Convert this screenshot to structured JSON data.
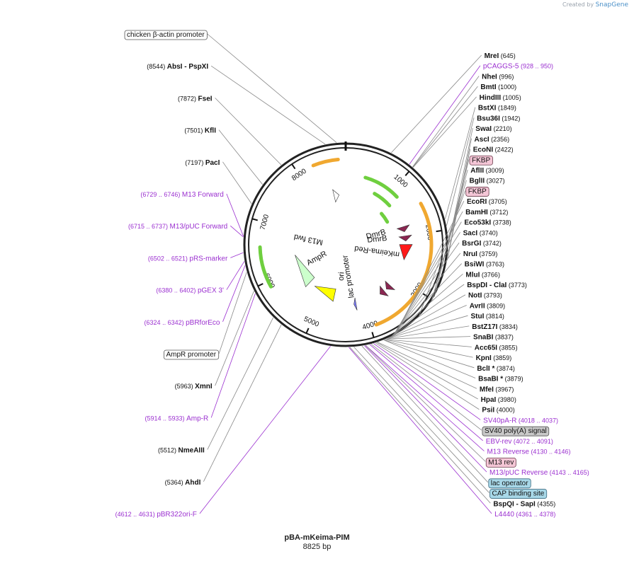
{
  "brand": {
    "credit_prefix": "Created by",
    "credit_name": "SnapGene"
  },
  "plasmid": {
    "name": "pBA-mKeima-PIM",
    "length_label": "8825 bp",
    "length": 8825
  },
  "colors": {
    "enzyme": "#111111",
    "primer": "#9b30d0",
    "line": "#888888",
    "backbone": "#222222"
  },
  "ticks": [
    {
      "label": "1000",
      "bp": 1000
    },
    {
      "label": "2000",
      "bp": 2000
    },
    {
      "label": "3000",
      "bp": 3000
    },
    {
      "label": "4000",
      "bp": 4000
    },
    {
      "label": "5000",
      "bp": 5000
    },
    {
      "label": "6000",
      "bp": 6000
    },
    {
      "label": "7000",
      "bp": 7000
    },
    {
      "label": "8000",
      "bp": 8000
    }
  ],
  "labels": [
    {
      "text": "chicken β-actin promoter",
      "type": "boxwhite",
      "bp": 8700
    },
    {
      "pos": "(8544)",
      "text": "AbsI  - PspXI",
      "type": "enzyme",
      "bp": 8544
    },
    {
      "pos": "(7872)",
      "text": "FseI",
      "type": "enzyme",
      "bp": 7872
    },
    {
      "pos": "(7501)",
      "text": "KflI",
      "type": "enzyme",
      "bp": 7501
    },
    {
      "pos": "(7197)",
      "text": "PacI",
      "type": "enzyme",
      "bp": 7197
    },
    {
      "pos": "(6729 .. 6746)",
      "text": "M13 Forward",
      "type": "primer",
      "bp": 6737
    },
    {
      "pos": "(6715 .. 6737)",
      "text": "M13/pUC Forward",
      "type": "primer",
      "bp": 6726
    },
    {
      "pos": "(6502 .. 6521)",
      "text": "pRS-marker",
      "type": "primer",
      "bp": 6511
    },
    {
      "pos": "(6380 .. 6402)",
      "text": "pGEX 3'",
      "type": "primer",
      "bp": 6391
    },
    {
      "pos": "(6324 .. 6342)",
      "text": "pBRforEco",
      "type": "primer",
      "bp": 6333
    },
    {
      "text": "AmpR promoter",
      "type": "boxwhite",
      "bp": 6240
    },
    {
      "pos": "(5963)",
      "text": "XmnI",
      "type": "enzyme",
      "bp": 5963
    },
    {
      "pos": "(5914 .. 5933)",
      "text": "Amp-R",
      "type": "primer",
      "bp": 5923
    },
    {
      "pos": "(5512)",
      "text": "NmeAIII",
      "type": "enzyme",
      "bp": 5512
    },
    {
      "pos": "(5364)",
      "text": "AhdI",
      "type": "enzyme",
      "bp": 5364
    },
    {
      "pos": "(4612 .. 4631)",
      "text": "pBR322ori-F",
      "type": "primer",
      "bp": 4621
    },
    {
      "pos": "(4361 .. 4378)",
      "text": "L4440",
      "type": "primer",
      "bp": 4369
    },
    {
      "pos": "(4355)",
      "text": "BspQI  - SapI",
      "type": "enzyme",
      "bp": 4355
    },
    {
      "text": "CAP binding site",
      "type": "boxblue",
      "bp": 4300
    },
    {
      "pos": "(4143 .. 4165)",
      "text": "M13/pUC Reverse",
      "type": "primer",
      "bp": 4154
    },
    {
      "text": "lac operator",
      "type": "boxblue",
      "bp": 4190
    },
    {
      "pos": "(4130 .. 4146)",
      "text": "M13 Reverse",
      "type": "primer",
      "bp": 4138
    },
    {
      "text": "M13 rev",
      "type": "boxpink",
      "bp": 4140
    },
    {
      "pos": "(4072 .. 4091)",
      "text": "EBV-rev",
      "type": "primer",
      "bp": 4081
    },
    {
      "text": "SV40 poly(A) signal",
      "type": "boxgray",
      "bp": 4060
    },
    {
      "pos": "(4018 .. 4037)",
      "text": "SV40pA-R",
      "type": "primer",
      "bp": 4027
    },
    {
      "pos": "(4000)",
      "text": "PsiI",
      "type": "enzyme",
      "bp": 4000
    },
    {
      "pos": "(3980)",
      "text": "HpaI",
      "type": "enzyme",
      "bp": 3980
    },
    {
      "pos": "(3967)",
      "text": "MfeI",
      "type": "enzyme",
      "bp": 3967
    },
    {
      "pos": "(3879)",
      "text": "BsaBI *",
      "type": "enzyme",
      "bp": 3879
    },
    {
      "pos": "(3874)",
      "text": "BclI *",
      "type": "enzyme",
      "bp": 3874
    },
    {
      "pos": "(3859)",
      "text": "KpnI",
      "type": "enzyme",
      "bp": 3859
    },
    {
      "pos": "(3855)",
      "text": "Acc65I",
      "type": "enzyme",
      "bp": 3855
    },
    {
      "pos": "(3837)",
      "text": "SnaBI",
      "type": "enzyme",
      "bp": 3837
    },
    {
      "pos": "(3834)",
      "text": "BstZ17I",
      "type": "enzyme",
      "bp": 3834
    },
    {
      "pos": "(3814)",
      "text": "StuI",
      "type": "enzyme",
      "bp": 3814
    },
    {
      "pos": "(3809)",
      "text": "AvrII",
      "type": "enzyme",
      "bp": 3809
    },
    {
      "pos": "(3793)",
      "text": "NotI",
      "type": "enzyme",
      "bp": 3793
    },
    {
      "pos": "(3773)",
      "text": "BspDI  - ClaI",
      "type": "enzyme",
      "bp": 3773
    },
    {
      "pos": "(3766)",
      "text": "MluI",
      "type": "enzyme",
      "bp": 3766
    },
    {
      "pos": "(3763)",
      "text": "BsiWI",
      "type": "enzyme",
      "bp": 3763
    },
    {
      "pos": "(3759)",
      "text": "NruI",
      "type": "enzyme",
      "bp": 3759
    },
    {
      "pos": "(3742)",
      "text": "BsrGI",
      "type": "enzyme",
      "bp": 3742
    },
    {
      "pos": "(3740)",
      "text": "SacI",
      "type": "enzyme",
      "bp": 3740
    },
    {
      "pos": "(3738)",
      "text": "Eco53kI",
      "type": "enzyme",
      "bp": 3738
    },
    {
      "pos": "(3712)",
      "text": "BamHI",
      "type": "enzyme",
      "bp": 3712
    },
    {
      "pos": "(3705)",
      "text": "EcoRI",
      "type": "enzyme",
      "bp": 3705
    },
    {
      "text": "FKBP",
      "type": "boxpink",
      "bp": 3300
    },
    {
      "text": "FKBP",
      "type": "boxpink",
      "bp": 2950
    },
    {
      "pos": "(3027)",
      "text": "BglII",
      "type": "enzyme",
      "bp": 3027
    },
    {
      "pos": "(3009)",
      "text": "AflII",
      "type": "enzyme",
      "bp": 3009
    },
    {
      "pos": "(2422)",
      "text": "EcoNI",
      "type": "enzyme",
      "bp": 2422
    },
    {
      "pos": "(2356)",
      "text": "AscI",
      "type": "enzyme",
      "bp": 2356
    },
    {
      "pos": "(2210)",
      "text": "SwaI",
      "type": "enzyme",
      "bp": 2210
    },
    {
      "pos": "(1942)",
      "text": "Bsu36I",
      "type": "enzyme",
      "bp": 1942
    },
    {
      "pos": "(1849)",
      "text": "BstXI",
      "type": "enzyme",
      "bp": 1849
    },
    {
      "pos": "(1005)",
      "text": "HindIII",
      "type": "enzyme",
      "bp": 1005
    },
    {
      "pos": "(1000)",
      "text": "BmtI",
      "type": "enzyme",
      "bp": 1000
    },
    {
      "pos": "(996)",
      "text": "NheI",
      "type": "enzyme",
      "bp": 996
    },
    {
      "pos": "(928 .. 950)",
      "text": "pCAGGS-5",
      "type": "primer",
      "bp": 939
    },
    {
      "pos": "(645)",
      "text": "MreI",
      "type": "enzyme",
      "bp": 645
    }
  ],
  "features": [
    {
      "name": "DmrB",
      "color": "#8b2752",
      "start": 1780,
      "end": 1900
    },
    {
      "name": "DmrB",
      "color": "#8b2752",
      "start": 2000,
      "end": 2120
    },
    {
      "name": "mKeima-Red",
      "color": "#ff1a1a",
      "start": 2200,
      "end": 2560
    },
    {
      "name": "",
      "color": "#8b2752",
      "start": 3250,
      "end": 3370
    },
    {
      "name": "",
      "color": "#8b2752",
      "start": 3440,
      "end": 3560
    },
    {
      "name": "lac promoter",
      "color": "#7f7fff",
      "start": 4170,
      "end": 4220
    },
    {
      "name": "ori",
      "color": "#ffff00",
      "start": 4720,
      "end": 5310
    },
    {
      "name": "AmpR",
      "color": "#ccffcc",
      "start": 5480,
      "end": 6340
    },
    {
      "name": "",
      "color": "#ffffff",
      "start": 8500,
      "end": 8640
    }
  ],
  "inner_labels": [
    {
      "text": "M13 fwd",
      "color": "#111111",
      "bp": 6900
    },
    {
      "text": "DmrB",
      "color": "#111111",
      "bp": 1840
    },
    {
      "text": "DmrB",
      "color": "#111111",
      "bp": 2060
    },
    {
      "text": "mKeima-Red",
      "color": "#111111",
      "bp": 2400
    },
    {
      "text": "lac promoter",
      "color": "#111111",
      "bp": 4195
    },
    {
      "text": "ori",
      "color": "#111111",
      "bp": 4500
    },
    {
      "text": "AmpR",
      "color": "#111111",
      "bp": 5900
    }
  ]
}
